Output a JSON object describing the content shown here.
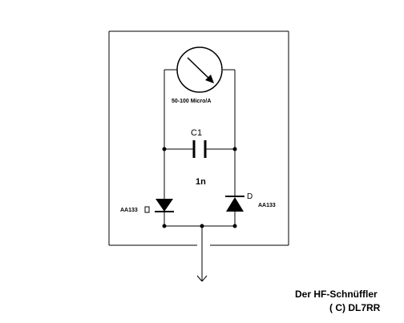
{
  "diagram": {
    "meter_label": "50-100 Micro/A",
    "capacitor_name": "C1",
    "capacitor_value": "1n",
    "diode_left_label": "AA133",
    "diode_right_label": "AA133",
    "diode_right_marker": "D",
    "colors": {
      "line": "#000000",
      "background": "#ffffff"
    },
    "icons": [
      "meter-icon",
      "capacitor-icon",
      "diode-icon",
      "arrow-down-icon"
    ]
  },
  "credits": {
    "title": "Der HF-Schnüffler",
    "author": "( C) DL7RR"
  }
}
